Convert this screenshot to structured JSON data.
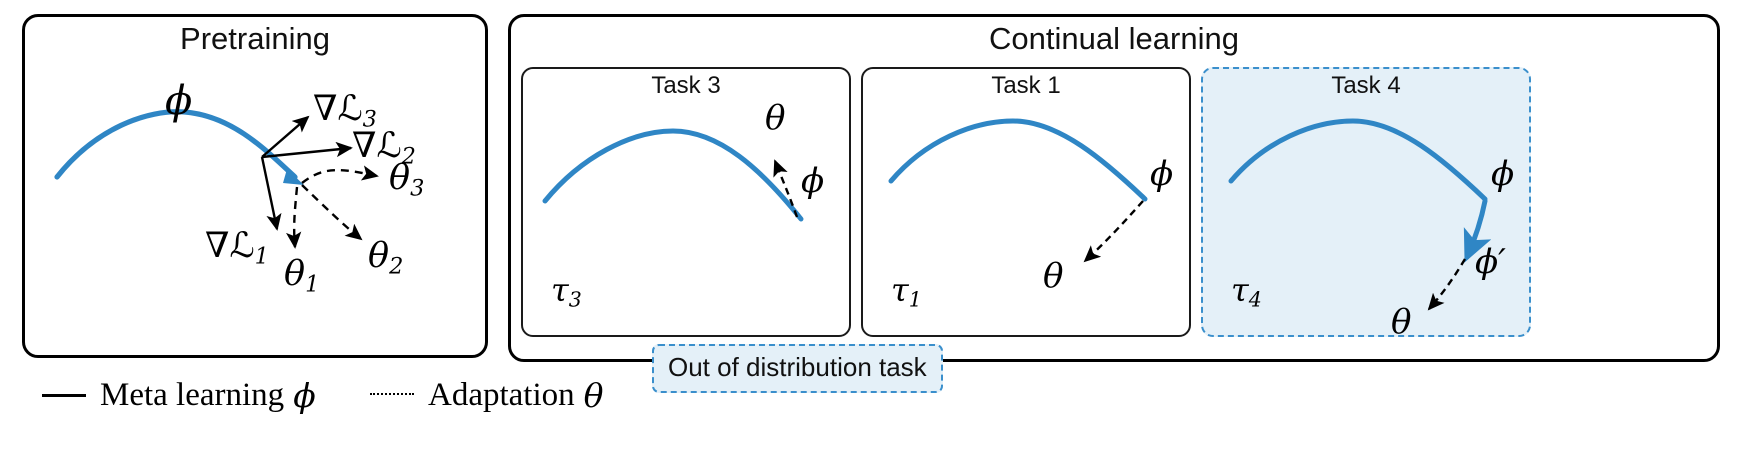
{
  "figure": {
    "kind": "conceptual-diagram",
    "accent_blue": "#2f86c5",
    "ood_fill": "#e4f0f8",
    "ood_border": "#3a8fcc",
    "line_black": "#000000"
  },
  "pretraining": {
    "title": "Pretraining",
    "curve_label": "ϕ",
    "gradient_arrows": [
      {
        "label_base": "∇ℒ",
        "label_sub": "3",
        "direction": "up-right"
      },
      {
        "label_base": "∇ℒ",
        "label_sub": "2",
        "direction": "right"
      },
      {
        "label_base": "∇ℒ",
        "label_sub": "1",
        "direction": "down-left"
      }
    ],
    "adaptation_arrows": [
      {
        "label_base": "θ",
        "label_sub": "3",
        "direction": "right-curved"
      },
      {
        "label_base": "θ",
        "label_sub": "2",
        "direction": "down-right"
      },
      {
        "label_base": "θ",
        "label_sub": "1",
        "direction": "down"
      }
    ]
  },
  "continual": {
    "title": "Continual learning",
    "tasks": [
      {
        "title": "Task 3",
        "tau_base": "τ",
        "tau_sub": "3",
        "phi_label": "ϕ",
        "theta_label": "θ",
        "out_of_distribution": false,
        "adaptation_direction": "up-left"
      },
      {
        "title": "Task 1",
        "tau_base": "τ",
        "tau_sub": "1",
        "phi_label": "ϕ",
        "theta_label": "θ",
        "out_of_distribution": false,
        "adaptation_direction": "down-left"
      },
      {
        "title": "Task 4",
        "tau_base": "τ",
        "tau_sub": "4",
        "phi_label": "ϕ",
        "phi_prime_label": "ϕ′",
        "theta_label": "θ",
        "out_of_distribution": true,
        "adaptation_direction": "down-left"
      }
    ]
  },
  "legend": {
    "meta": {
      "label": "Meta learning",
      "symbol": "ϕ",
      "line_style": "solid"
    },
    "adaptation": {
      "label": "Adaptation",
      "symbol": "θ",
      "line_style": "dotted"
    },
    "ood_badge": "Out of distribution task"
  }
}
